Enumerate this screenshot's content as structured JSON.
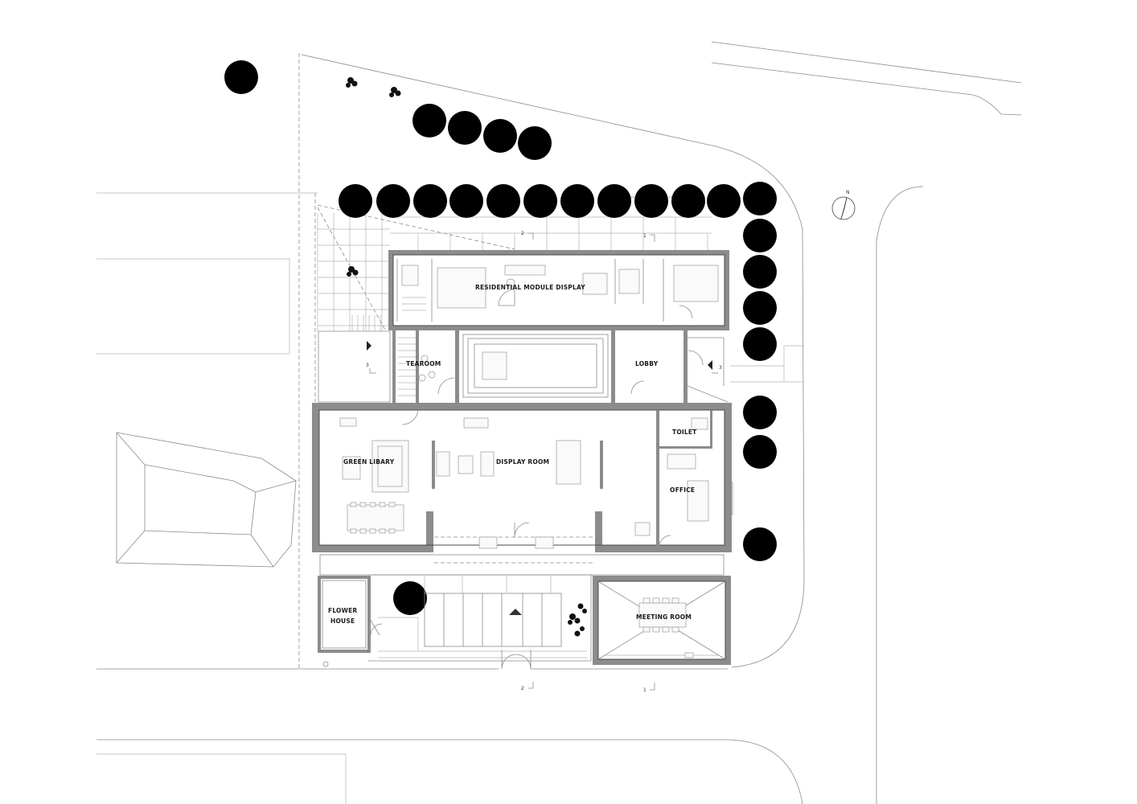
{
  "rooms": {
    "residential": "RESIDENTIAL MODULE DISPLAY",
    "tearoom": "TEAROOM",
    "lobby": "LOBBY",
    "toilet": "TOILET",
    "green_library": "GREEN LIBARY",
    "display_room": "DISPLAY ROOM",
    "office": "OFFICE",
    "flower_house_1": "FLOWER",
    "flower_house_2": "HOUSE",
    "meeting_room": "MEETING ROOM"
  },
  "north": "N",
  "section_marks": {
    "top_2": "2",
    "top_1": "1",
    "left_3": "3",
    "right_3": "3",
    "bottom_2": "2",
    "bottom_1": "1"
  }
}
